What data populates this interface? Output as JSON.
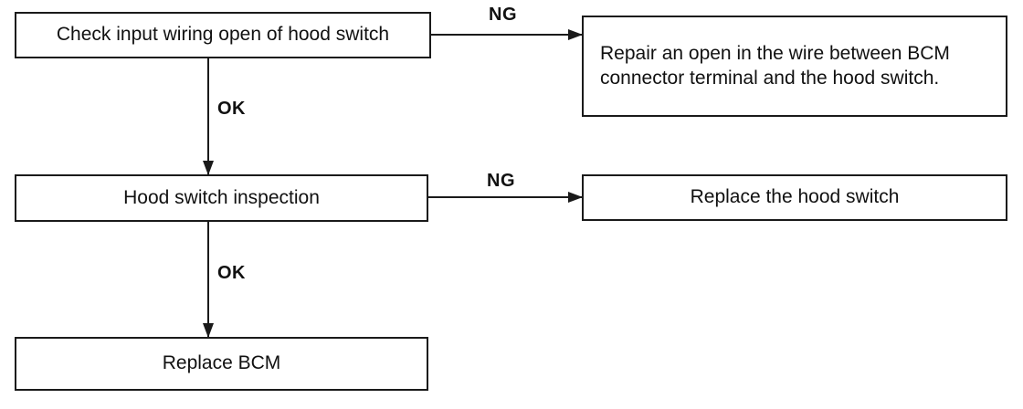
{
  "flowchart": {
    "nodes": {
      "check_wiring": "Check input wiring open of hood switch",
      "repair_open": "Repair an open in the wire between BCM connector terminal and the hood switch.",
      "hood_inspection": "Hood switch inspection",
      "replace_switch": "Replace the hood switch",
      "replace_bcm": "Replace BCM"
    },
    "edges": {
      "ng_1": "NG",
      "ok_1": "OK",
      "ng_2": "NG",
      "ok_2": "OK"
    }
  },
  "colors": {
    "line": "#1a1a1a",
    "background": "#ffffff"
  }
}
